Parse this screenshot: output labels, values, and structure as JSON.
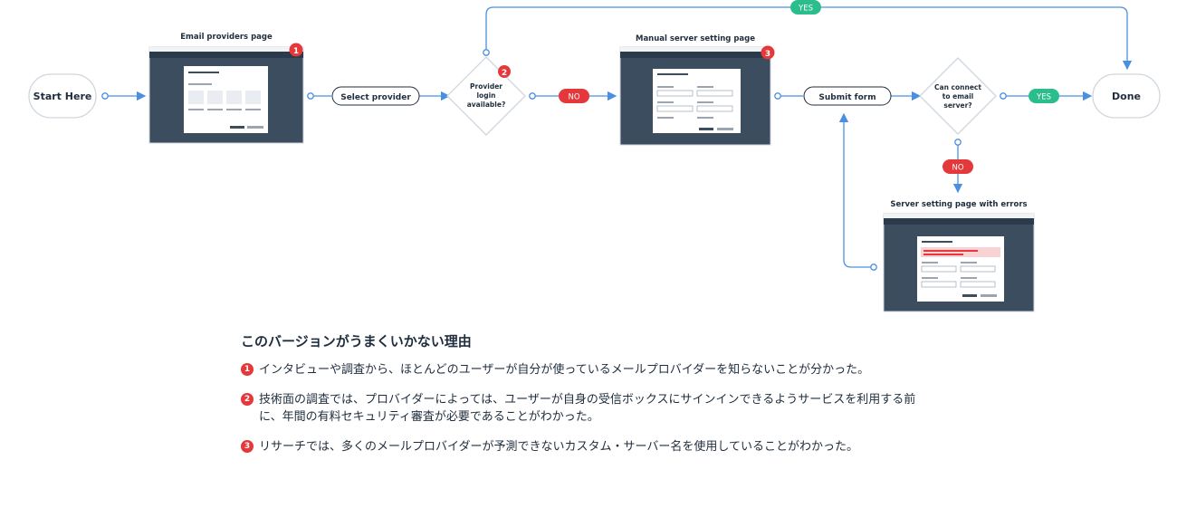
{
  "nodes": {
    "start": "Start Here",
    "select_provider": "Select provider",
    "decision_provider": [
      "Provider",
      "login",
      "available?"
    ],
    "submit_form": "Submit form",
    "decision_connect": [
      "Can connect",
      "to email",
      "server?"
    ],
    "done": "Done"
  },
  "screens": {
    "email_providers": "Email providers page",
    "manual_server": "Manual server setting page",
    "server_errors": "Server setting page with errors"
  },
  "edges": {
    "yes_top": "YES",
    "no_provider": "NO",
    "yes_connect": "YES",
    "no_connect": "NO"
  },
  "badges": [
    "1",
    "2",
    "3"
  ],
  "colors": {
    "accent_blue": "#4a90e2",
    "node_stroke": "#cfd6dd",
    "dark": "#1f2d3d",
    "yes_green": "#2bbd8c",
    "no_red": "#e5383b",
    "screen_dark": "#3b4d5f"
  },
  "notes": {
    "title": "このバージョンがうまくいかない理由",
    "items": [
      {
        "num": "1",
        "text": "インタビューや調査から、ほとんどのユーザーが自分が使っているメールプロバイダーを知らないことが分かった。"
      },
      {
        "num": "2",
        "text": "技術面の調査では、プロバイダーによっては、ユーザーが自身の受信ボックスにサインインできるようサービスを利用する前に、年間の有料セキュリティ審査が必要であることがわかった。"
      },
      {
        "num": "3",
        "text": "リサーチでは、多くのメールプロバイダーが予測できないカスタム・サーバー名を使用していることがわかった。"
      }
    ]
  }
}
